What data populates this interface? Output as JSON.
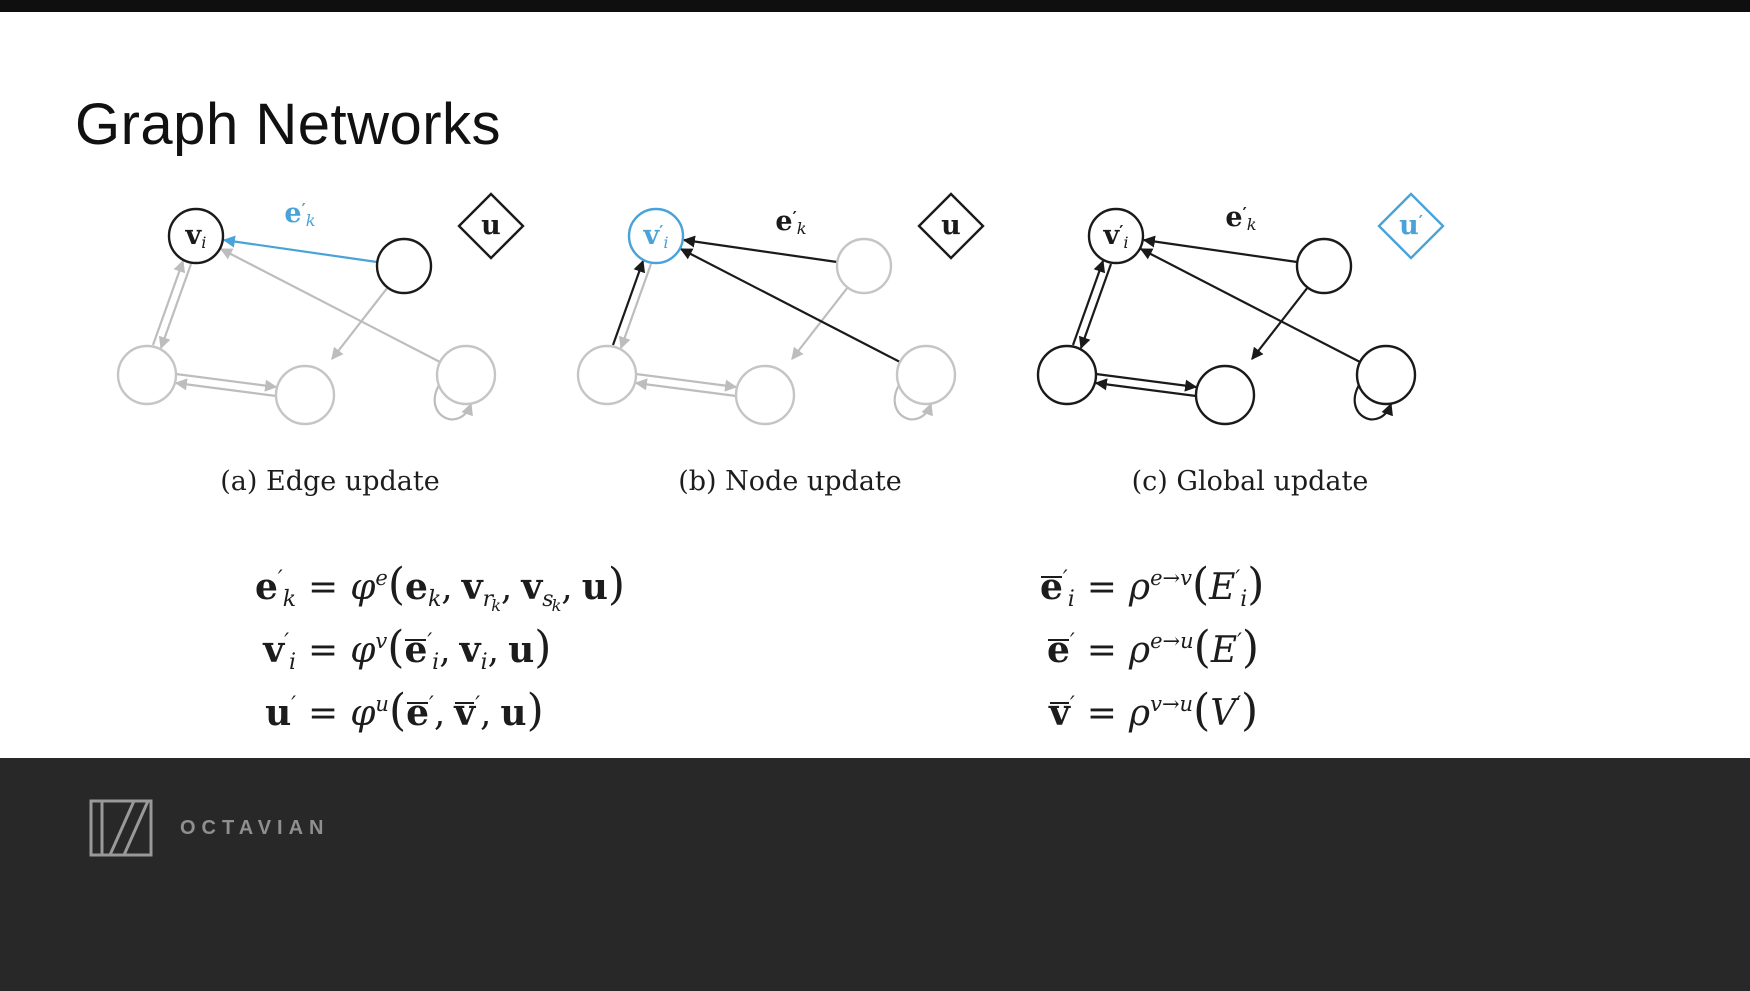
{
  "title": "Graph Networks",
  "colors": {
    "accent_blue": "#4aa3d8",
    "inactive_gray": "#bdbdbd",
    "ink": "#1a1a1a",
    "footer_background": "#282828"
  },
  "diagrams": [
    {
      "caption": "(a) Edge update",
      "highlighted_element": "edge",
      "node_label": {
        "main": "v",
        "prime": "",
        "sub": "i"
      },
      "edge_label": {
        "main": "e",
        "prime": "′",
        "sub": "k"
      },
      "global_label": {
        "main": "u",
        "prime": "",
        "sub": ""
      }
    },
    {
      "caption": "(b) Node update",
      "highlighted_element": "node",
      "node_label": {
        "main": "v",
        "prime": "′",
        "sub": "i"
      },
      "edge_label": {
        "main": "e",
        "prime": "′",
        "sub": "k"
      },
      "global_label": {
        "main": "u",
        "prime": "",
        "sub": ""
      }
    },
    {
      "caption": "(c) Global update",
      "highlighted_element": "global",
      "node_label": {
        "main": "v",
        "prime": "′",
        "sub": "i"
      },
      "edge_label": {
        "main": "e",
        "prime": "′",
        "sub": "k"
      },
      "global_label": {
        "main": "u",
        "prime": "′",
        "sub": ""
      }
    }
  ],
  "equations": {
    "left": [
      {
        "lhs": [
          {
            "t": "e",
            "c": "v"
          },
          {
            "t": "′",
            "c": "sup"
          },
          {
            "t": "k",
            "c": "sub"
          }
        ],
        "rhs": [
          {
            "t": "=",
            "c": "eq"
          },
          {
            "t": "φ",
            "c": "it"
          },
          {
            "t": "e",
            "c": "sup"
          },
          {
            "t": "(",
            "c": "p"
          },
          {
            "t": "e",
            "c": "v"
          },
          {
            "t": "k",
            "c": "sub"
          },
          {
            "t": ",",
            "c": "cm"
          },
          {
            "t": "v",
            "c": "v"
          },
          {
            "t": "r",
            "c": "sub"
          },
          {
            "t": "k",
            "c": "sub2"
          },
          {
            "t": ",",
            "c": "cm"
          },
          {
            "t": "v",
            "c": "v"
          },
          {
            "t": "s",
            "c": "sub"
          },
          {
            "t": "k",
            "c": "sub2"
          },
          {
            "t": ",",
            "c": "cm"
          },
          {
            "t": "u",
            "c": "v"
          },
          {
            "t": ")",
            "c": "p"
          }
        ]
      },
      {
        "lhs": [
          {
            "t": "v",
            "c": "v"
          },
          {
            "t": "′",
            "c": "sup"
          },
          {
            "t": "i",
            "c": "sub"
          }
        ],
        "rhs": [
          {
            "t": "=",
            "c": "eq"
          },
          {
            "t": "φ",
            "c": "it"
          },
          {
            "t": "v",
            "c": "sup"
          },
          {
            "t": "(",
            "c": "p"
          },
          {
            "t": "e",
            "c": "vb"
          },
          {
            "t": "′",
            "c": "sup"
          },
          {
            "t": "i",
            "c": "sub"
          },
          {
            "t": ",",
            "c": "cm"
          },
          {
            "t": "v",
            "c": "v"
          },
          {
            "t": "i",
            "c": "sub"
          },
          {
            "t": ",",
            "c": "cm"
          },
          {
            "t": "u",
            "c": "v"
          },
          {
            "t": ")",
            "c": "p"
          }
        ]
      },
      {
        "lhs": [
          {
            "t": "u",
            "c": "v"
          },
          {
            "t": "′",
            "c": "sup"
          }
        ],
        "rhs": [
          {
            "t": "=",
            "c": "eq"
          },
          {
            "t": "φ",
            "c": "it"
          },
          {
            "t": "u",
            "c": "sup"
          },
          {
            "t": "(",
            "c": "p"
          },
          {
            "t": "e",
            "c": "vb"
          },
          {
            "t": "′",
            "c": "sup"
          },
          {
            "t": ",",
            "c": "cm"
          },
          {
            "t": "v",
            "c": "vb"
          },
          {
            "t": "′",
            "c": "sup"
          },
          {
            "t": ",",
            "c": "cm"
          },
          {
            "t": "u",
            "c": "v"
          },
          {
            "t": ")",
            "c": "p"
          }
        ]
      }
    ],
    "right": [
      {
        "lhs": [
          {
            "t": "e",
            "c": "vb"
          },
          {
            "t": "′",
            "c": "sup"
          },
          {
            "t": "i",
            "c": "sub"
          }
        ],
        "rhs": [
          {
            "t": "=",
            "c": "eq"
          },
          {
            "t": "ρ",
            "c": "it"
          },
          {
            "t": "e→v",
            "c": "sup"
          },
          {
            "t": "(",
            "c": "p"
          },
          {
            "t": "E",
            "c": "it"
          },
          {
            "t": "′",
            "c": "sup"
          },
          {
            "t": "i",
            "c": "sub"
          },
          {
            "t": ")",
            "c": "p"
          }
        ]
      },
      {
        "lhs": [
          {
            "t": "e",
            "c": "vb"
          },
          {
            "t": "′",
            "c": "sup"
          }
        ],
        "rhs": [
          {
            "t": "=",
            "c": "eq"
          },
          {
            "t": "ρ",
            "c": "it"
          },
          {
            "t": "e→u",
            "c": "sup"
          },
          {
            "t": "(",
            "c": "p"
          },
          {
            "t": "E",
            "c": "it"
          },
          {
            "t": "′",
            "c": "sup"
          },
          {
            "t": ")",
            "c": "p"
          }
        ]
      },
      {
        "lhs": [
          {
            "t": "v",
            "c": "vb"
          },
          {
            "t": "′",
            "c": "sup"
          }
        ],
        "rhs": [
          {
            "t": "=",
            "c": "eq"
          },
          {
            "t": "ρ",
            "c": "it"
          },
          {
            "t": "v→u",
            "c": "sup"
          },
          {
            "t": "(",
            "c": "p"
          },
          {
            "t": "V",
            "c": "it"
          },
          {
            "t": "′",
            "c": "sup"
          },
          {
            "t": ")",
            "c": "p"
          }
        ]
      }
    ]
  },
  "footer": {
    "brand": "OCTAVIAN"
  }
}
